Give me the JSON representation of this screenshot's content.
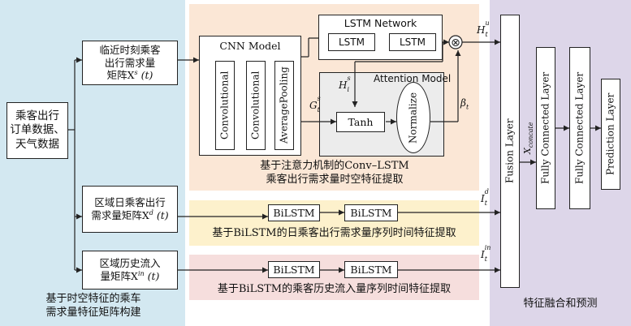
{
  "colors": {
    "left_panel": "#d3e8f1",
    "conv_lstm_panel": "#fbe7d6",
    "daily_panel": "#fdf1cc",
    "history_panel": "#f6dedd",
    "fusion_panel": "#ddd6e9",
    "attention_panel": "#ececec"
  },
  "input": {
    "source_label": "乘客出行订单数据、天气数据",
    "source_lines": [
      "乘客出行",
      "订单数据、",
      "天气数据"
    ]
  },
  "matrices": {
    "near_term": [
      "临近时刻乘客",
      "出行需求量",
      "矩阵X",
      "s",
      " (t)"
    ],
    "daily": [
      "区域日乘客出行",
      "需求量矩阵X",
      "d",
      " (t)"
    ],
    "history": [
      "区域历史流入",
      "量矩阵X",
      "in",
      " (t)"
    ]
  },
  "left_caption": [
    "基于时空特征的乘车",
    "需求量特征矩阵构建"
  ],
  "cnn": {
    "title": "CNN Model",
    "layers": [
      "Convolutional",
      "Convolutional",
      "AveragePooling"
    ]
  },
  "lstm": {
    "title": "LSTM Network",
    "cells": [
      "LSTM",
      "LSTM"
    ]
  },
  "attention": {
    "title": "Attention Model",
    "tanh": "Tanh",
    "normalize": "Normalize"
  },
  "symbols": {
    "H_base": "H",
    "H_sup": "u",
    "H_sub": "t",
    "Hs_sup": "s",
    "Hs_sub": "i",
    "G_base": "G",
    "G_sup": "s",
    "G_sub": "t",
    "beta": "β",
    "beta_sub": "t",
    "Id_base": "I",
    "Id_sup": "d",
    "Id_sub": "t",
    "Iin_base": "I",
    "Iin_sup": "in",
    "Iin_sub": "t",
    "X_concat_base": "X",
    "X_concat_sub": "concate",
    "multiply": "⊗"
  },
  "captions": {
    "conv_lstm": [
      "基于注意力机制的Conv–LSTM",
      "乘客出行需求量时空特征提取"
    ],
    "daily": "基于BiLSTM的日乘客出行需求量序列时间特征提取",
    "history": "基于BiLSTM的乘客历史流入量序列时间特征提取",
    "fusion": "特征融合和预测"
  },
  "bilstm": {
    "daily": [
      "BiLSTM",
      "BiLSTM"
    ],
    "history": [
      "BiLSTM",
      "BiLSTM"
    ]
  },
  "fusion": {
    "layers": [
      "Fusion Layer",
      "Fully Connected Layer",
      "Fully Connected Layer",
      "Prediction Layer"
    ]
  }
}
